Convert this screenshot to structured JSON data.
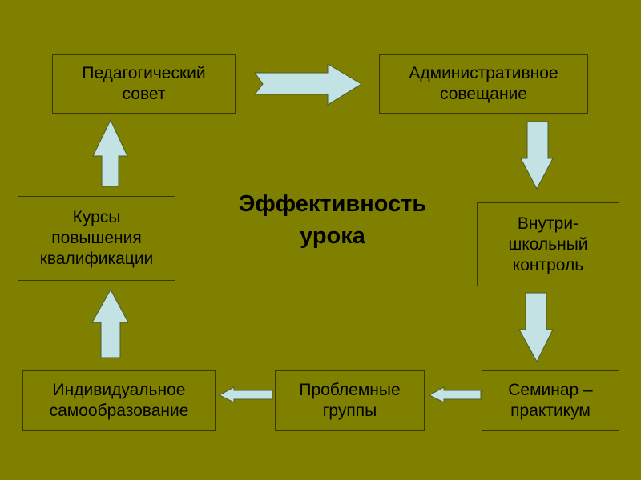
{
  "diagram": {
    "center_title": "Эффективность\nурока",
    "nodes": [
      {
        "id": "ped",
        "label": "Педагогический\nсовет"
      },
      {
        "id": "adm",
        "label": "Административное\nсовещание"
      },
      {
        "id": "vnk",
        "label": "Внутри-\nшкольный\nконтроль"
      },
      {
        "id": "sem",
        "label": "Семинар –\nпрактикум"
      },
      {
        "id": "prob",
        "label": "Проблемные\nгруппы"
      },
      {
        "id": "ind",
        "label": "Индивидуальное\nсамообразование"
      },
      {
        "id": "kurs",
        "label": "Курсы\nповышения\nквалификации"
      }
    ],
    "edges": [
      [
        "ped",
        "adm"
      ],
      [
        "adm",
        "vnk"
      ],
      [
        "vnk",
        "sem"
      ],
      [
        "sem",
        "prob"
      ],
      [
        "prob",
        "ind"
      ],
      [
        "ind",
        "kurs"
      ],
      [
        "kurs",
        "ped"
      ]
    ],
    "colors": {
      "background": "#808000",
      "arrow": "#c2e2e4"
    }
  }
}
